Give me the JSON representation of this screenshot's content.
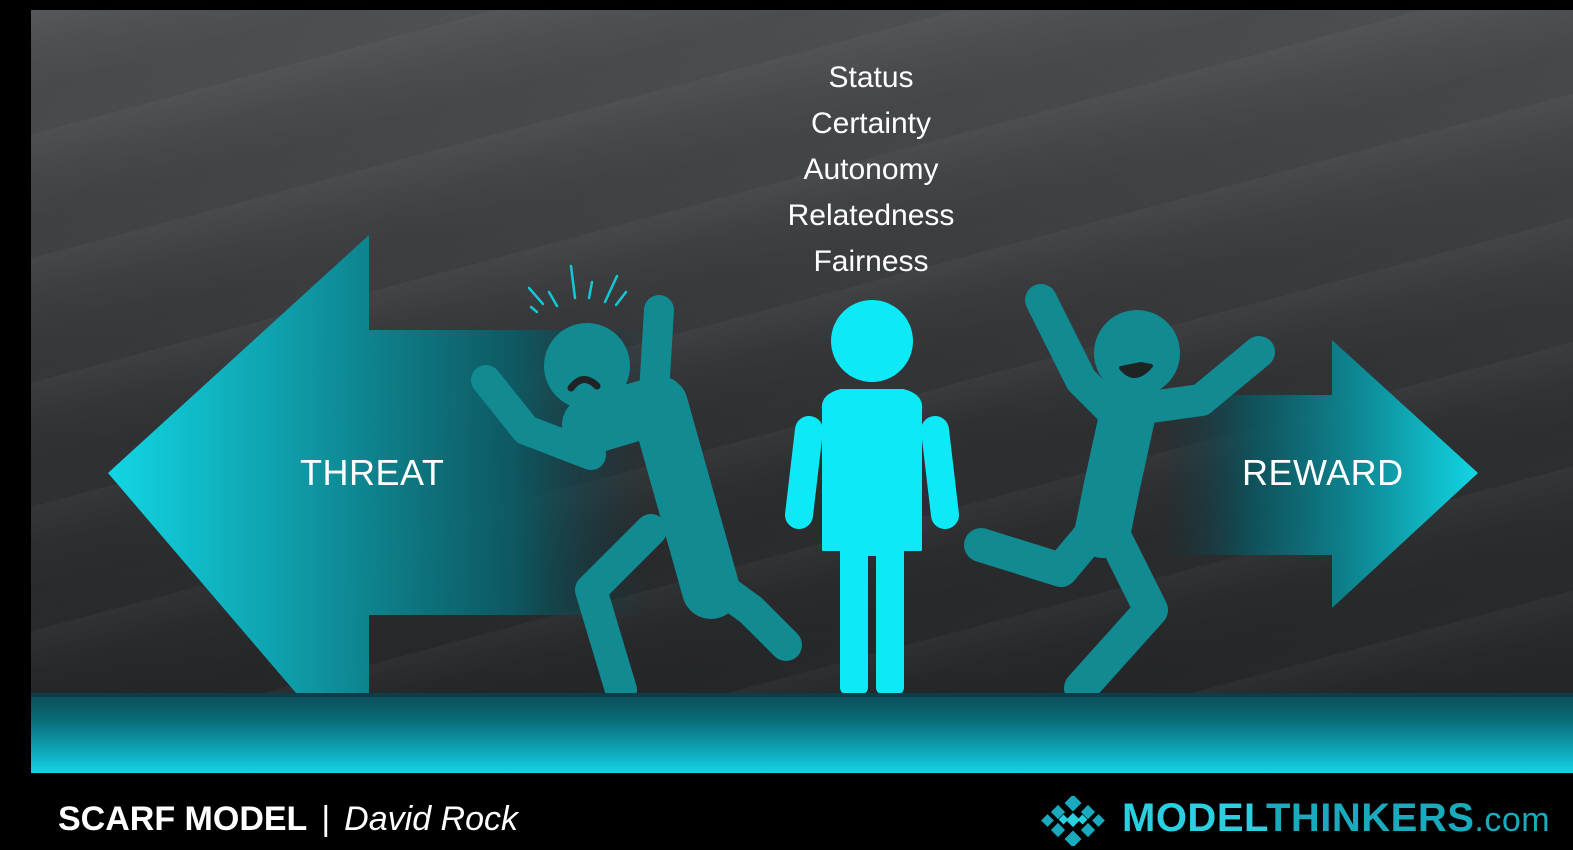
{
  "diagram": {
    "scarf_items": [
      "Status",
      "Certainty",
      "Autonomy",
      "Relatedness",
      "Fairness"
    ],
    "threat_label": "THREAT",
    "reward_label": "REWARD"
  },
  "footer": {
    "model_name": "SCARF MODEL",
    "separator": "|",
    "author": "David Rock"
  },
  "brand": {
    "part1": "MODEL",
    "part2": "THINKERS",
    "tld": ".com"
  },
  "colors": {
    "accent": "#00e5f0",
    "teal": "#0f8a90",
    "background": "#2e3032"
  },
  "icons": [
    "threat-arrow-icon",
    "reward-arrow-icon",
    "stressed-figure-icon",
    "standing-person-icon",
    "happy-figure-icon",
    "modelthinkers-logo-icon"
  ]
}
